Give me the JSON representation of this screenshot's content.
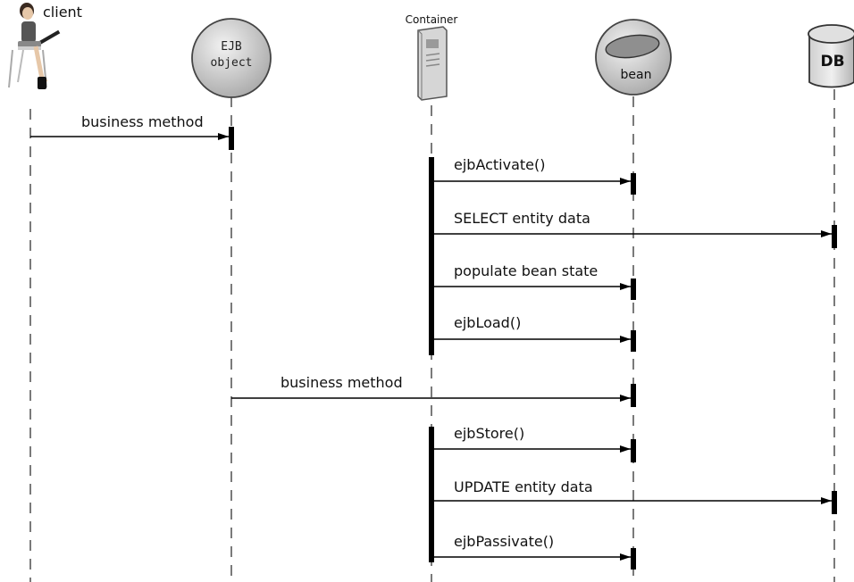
{
  "participants": {
    "client": {
      "label": "client"
    },
    "ejb_object": {
      "label_line1": "EJB",
      "label_line2": "object"
    },
    "container": {
      "label": "Container"
    },
    "bean": {
      "label": "bean"
    },
    "db": {
      "label": "DB"
    }
  },
  "messages": [
    {
      "from": "client",
      "to": "ejb_object",
      "label": "business method"
    },
    {
      "from": "container",
      "to": "bean",
      "label": "ejbActivate()"
    },
    {
      "from": "container",
      "to": "db",
      "label": "SELECT entity data"
    },
    {
      "from": "container",
      "to": "bean",
      "label": "populate bean state"
    },
    {
      "from": "container",
      "to": "bean",
      "label": "ejbLoad()"
    },
    {
      "from": "ejb_object",
      "to": "bean",
      "label": "business method"
    },
    {
      "from": "container",
      "to": "bean",
      "label": "ejbStore()"
    },
    {
      "from": "container",
      "to": "db",
      "label": "UPDATE entity data"
    },
    {
      "from": "container",
      "to": "bean",
      "label": "ejbPassivate()"
    }
  ]
}
